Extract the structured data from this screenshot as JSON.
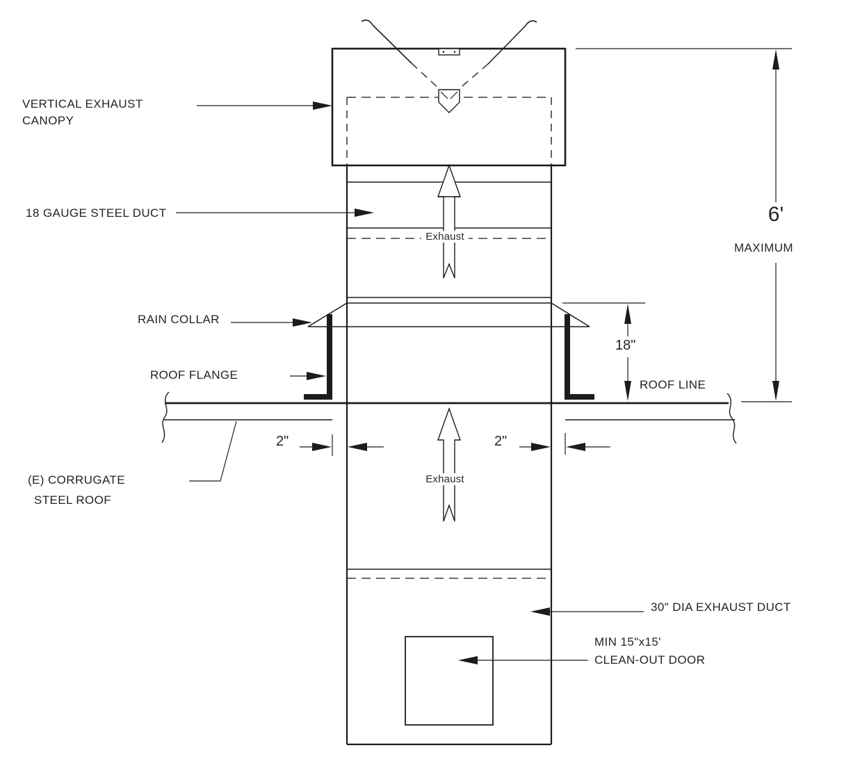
{
  "diagram": {
    "title_context": "Vertical exhaust duct roof penetration detail",
    "labels": {
      "canopy_line1": "VERTICAL EXHAUST",
      "canopy_line2": "CANOPY",
      "steel_duct": "18 GAUGE STEEL DUCT",
      "rain_collar": "RAIN COLLAR",
      "roof_flange": "ROOF FLANGE",
      "roof_line": "ROOF LINE",
      "corrugate_line1": "(E) CORRUGATE",
      "corrugate_line2": "STEEL ROOF",
      "exhaust_duct": "30\" DIA EXHAUST DUCT",
      "cleanout_line1": "MIN 15\"x15'",
      "cleanout_line2": "CLEAN-OUT DOOR",
      "exhaust_flow_upper": "Exhaust",
      "exhaust_flow_lower": "Exhaust"
    },
    "dimensions": {
      "max_height_value": "6'",
      "max_height_qualifier": "MAXIMUM",
      "collar_height": "18\"",
      "clearance_left": "2\"",
      "clearance_right": "2\""
    },
    "colors": {
      "line": "#1c1c1c",
      "dashed_line": "#3d3d3d",
      "background": "#ffffff"
    }
  }
}
